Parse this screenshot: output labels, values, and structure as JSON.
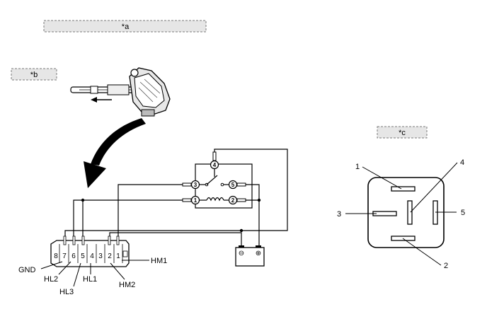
{
  "tags": {
    "a": "*a",
    "b": "*b",
    "c": "*c"
  },
  "connector": {
    "pins": [
      "8",
      "7",
      "6",
      "5",
      "4",
      "3",
      "2",
      "1"
    ],
    "labels": {
      "gnd": "GND",
      "hl2": "HL2",
      "hl3": "HL3",
      "hl1": "HL1",
      "hm2": "HM2",
      "hm1": "HM1"
    }
  },
  "relay_schematic": {
    "terminals": [
      "1",
      "2",
      "3",
      "4",
      "5"
    ]
  },
  "relay_pinout": {
    "pins": [
      "1",
      "2",
      "3",
      "4",
      "5"
    ]
  },
  "battery": {
    "neg": "⊖",
    "pos": "⊕"
  }
}
